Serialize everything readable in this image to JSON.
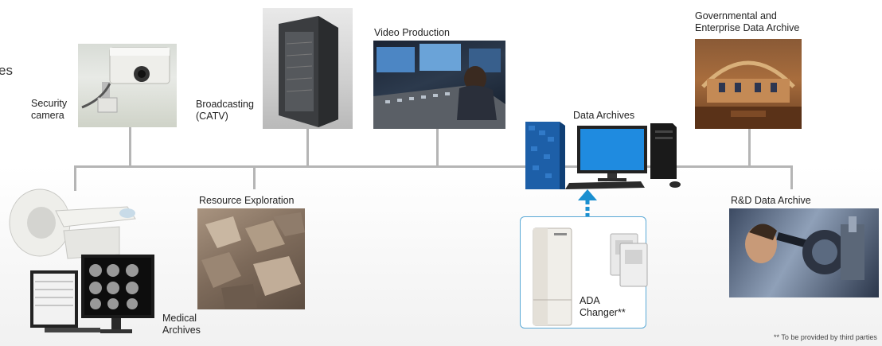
{
  "edge_text": "es",
  "labels": {
    "security_camera": [
      "Security",
      "camera"
    ],
    "broadcasting": [
      "Broadcasting",
      "(CATV)"
    ],
    "video_production": "Video Production",
    "data_archives": "Data Archives",
    "governmental": [
      "Governmental and",
      "Enterprise Data Archive"
    ],
    "resource_exploration": "Resource Exploration",
    "rnd_archive": "R&D Data Archive",
    "medical_archives": [
      "Medical",
      "Archives"
    ],
    "ada_changer": [
      "ADA",
      "Changer**"
    ]
  },
  "footnote": "** To be provided by third parties",
  "colors": {
    "network_line": "#b5b5b5",
    "accent_blue": "#1a8fd0",
    "changer_box_border": "#5aa9d6"
  },
  "icons": [
    "security-camera-icon",
    "server-rack-icon",
    "video-console-icon",
    "pc-workstation-icon",
    "courtroom-icon",
    "rocks-icon",
    "microscope-icon",
    "ct-scanner-icon",
    "medical-monitor-icon",
    "ada-changer-icon",
    "cartridge-icon"
  ]
}
